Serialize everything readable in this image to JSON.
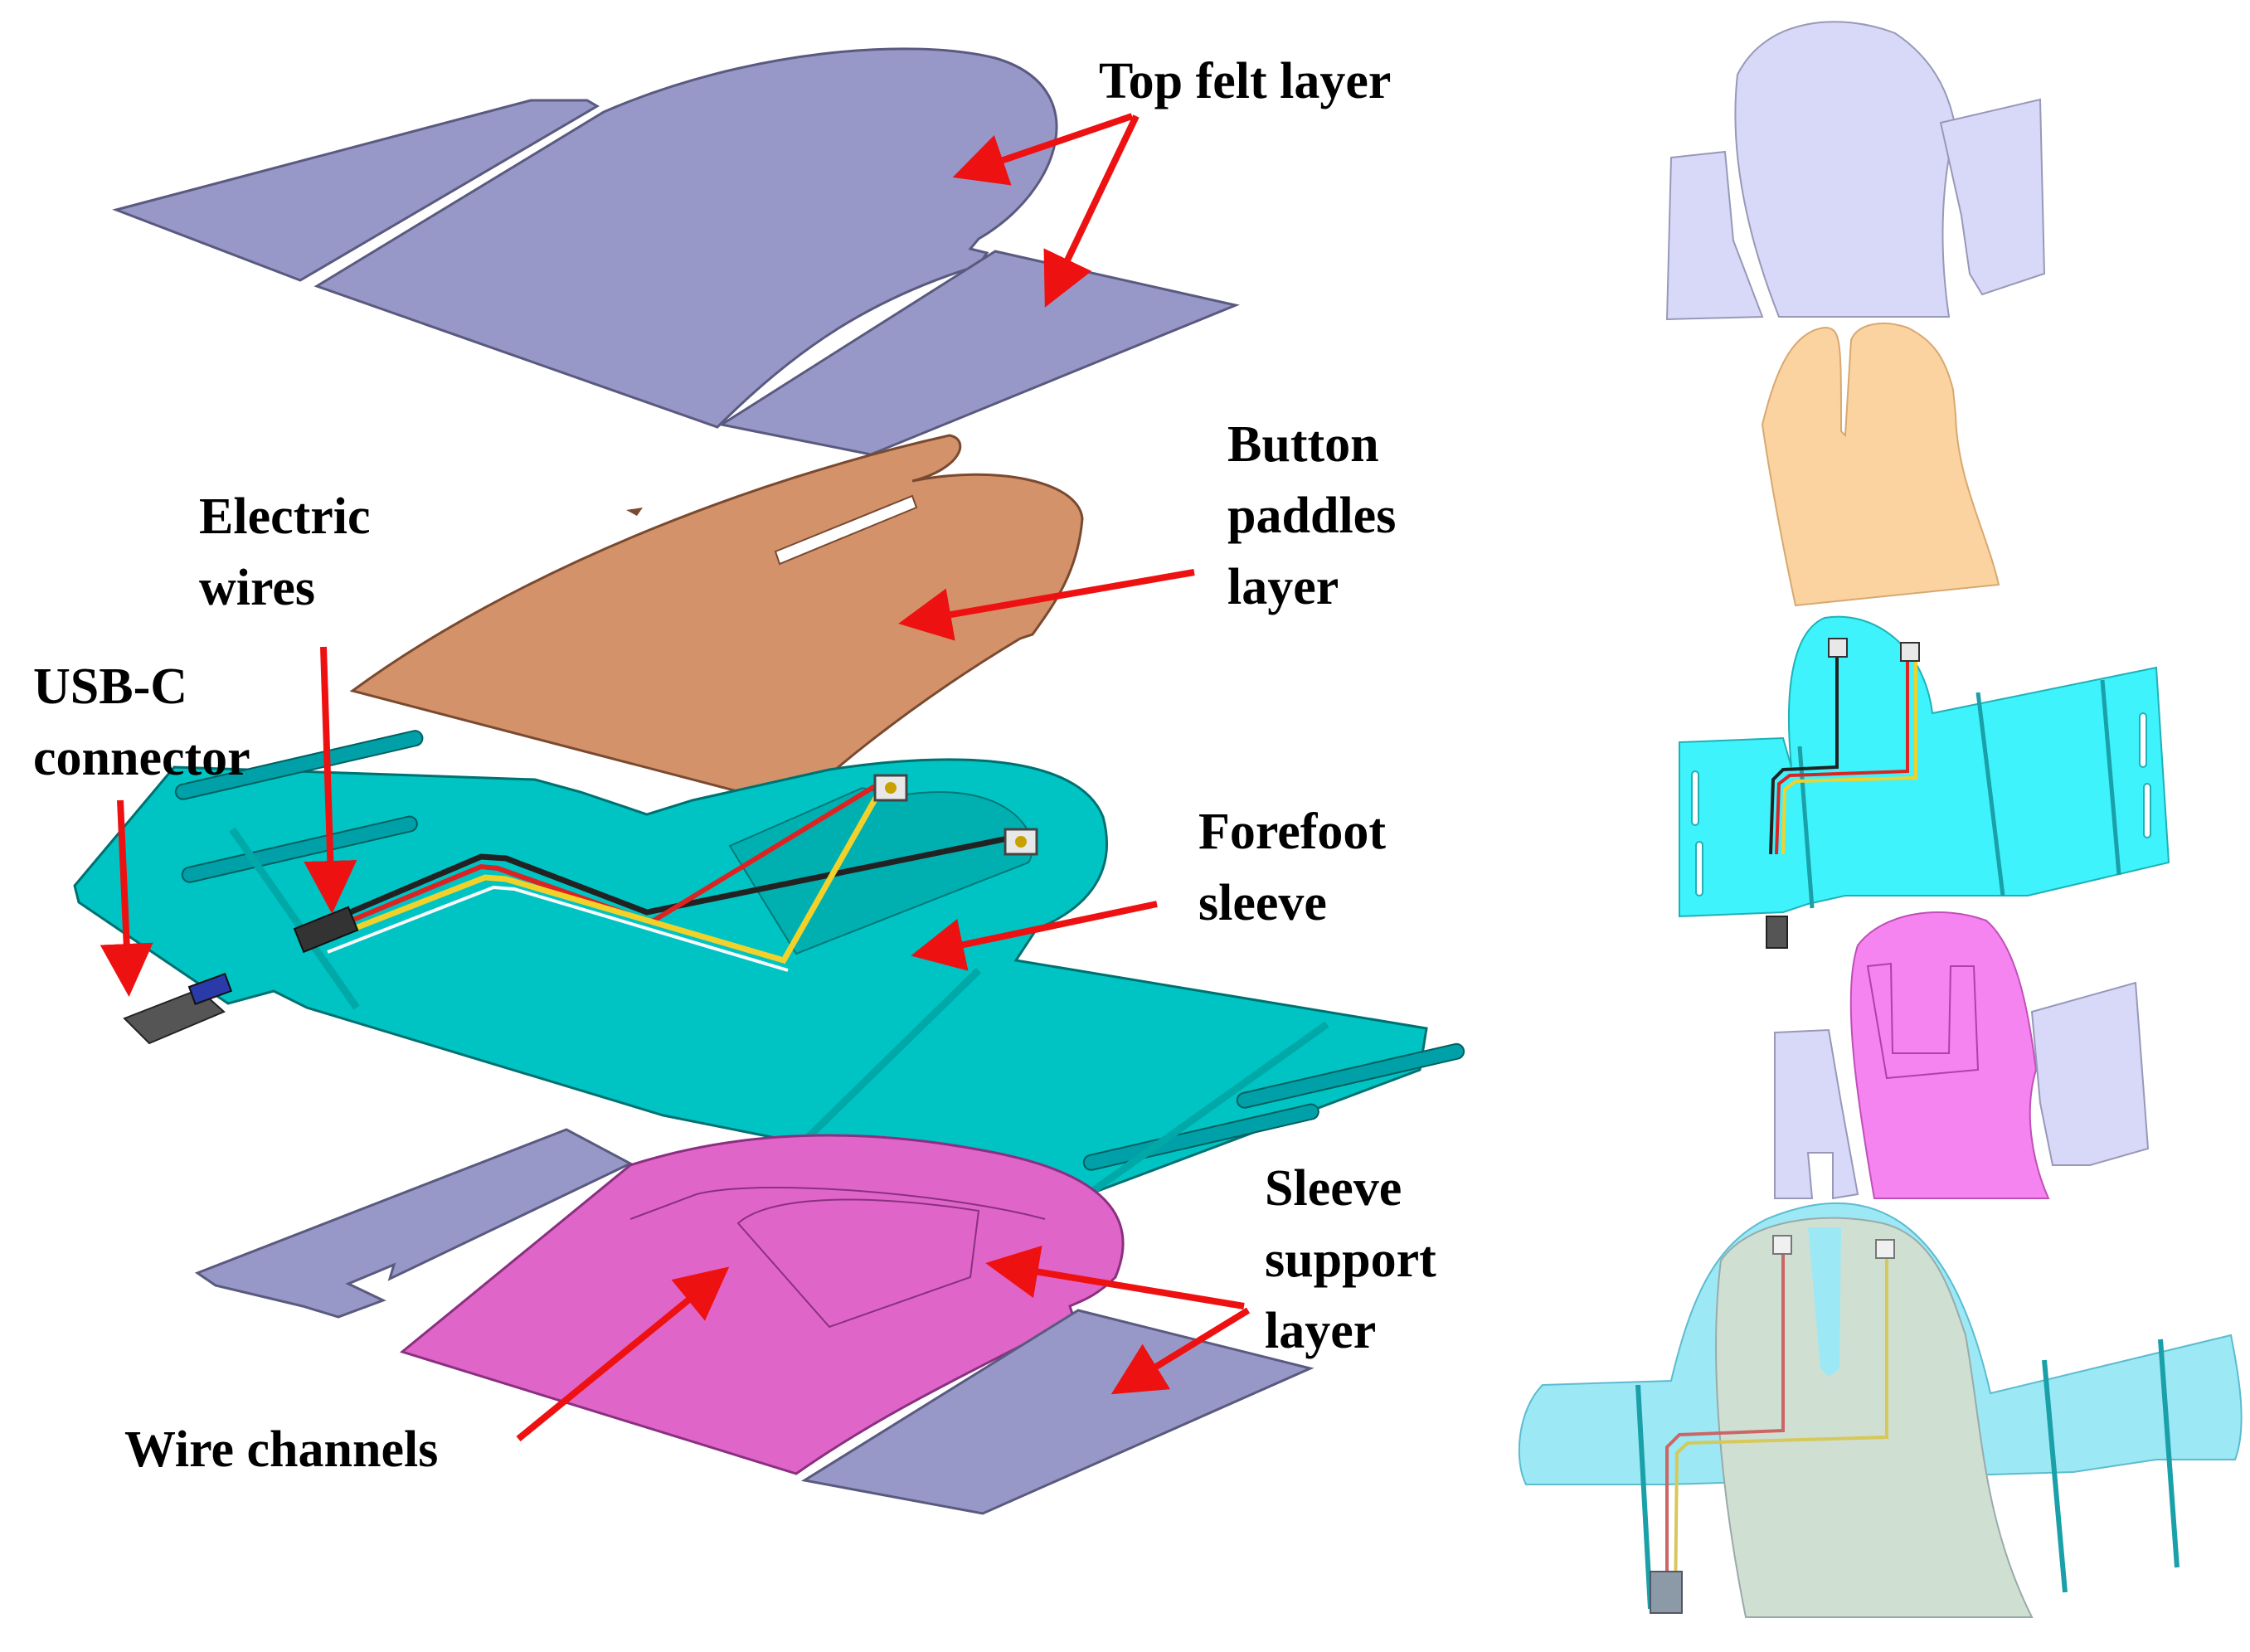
{
  "labels": {
    "top_felt": "Top felt layer",
    "button_paddles": [
      "Button",
      "paddles",
      "layer"
    ],
    "electric_wires": [
      "Electric",
      "wires"
    ],
    "usb_c": [
      "USB-C",
      "connector"
    ],
    "forefoot_sleeve": [
      "Forefoot",
      "sleeve"
    ],
    "sleeve_support": [
      "Sleeve",
      "support",
      "layer"
    ],
    "wire_channels": "Wire channels"
  },
  "colors": {
    "felt": "#9898c8",
    "paddles": "#d4926a",
    "sleeve": "#00c4c4",
    "support": "#e065c8",
    "arrow": "#ee1111",
    "felt_light": "#d8d8f8",
    "paddles_light": "#fbd3a0",
    "sleeve_light": "#3ef3fb",
    "support_light": "#f583f0",
    "overlay_sleeve": "#9de8f5",
    "overlay_center": "#cfe0d2"
  }
}
